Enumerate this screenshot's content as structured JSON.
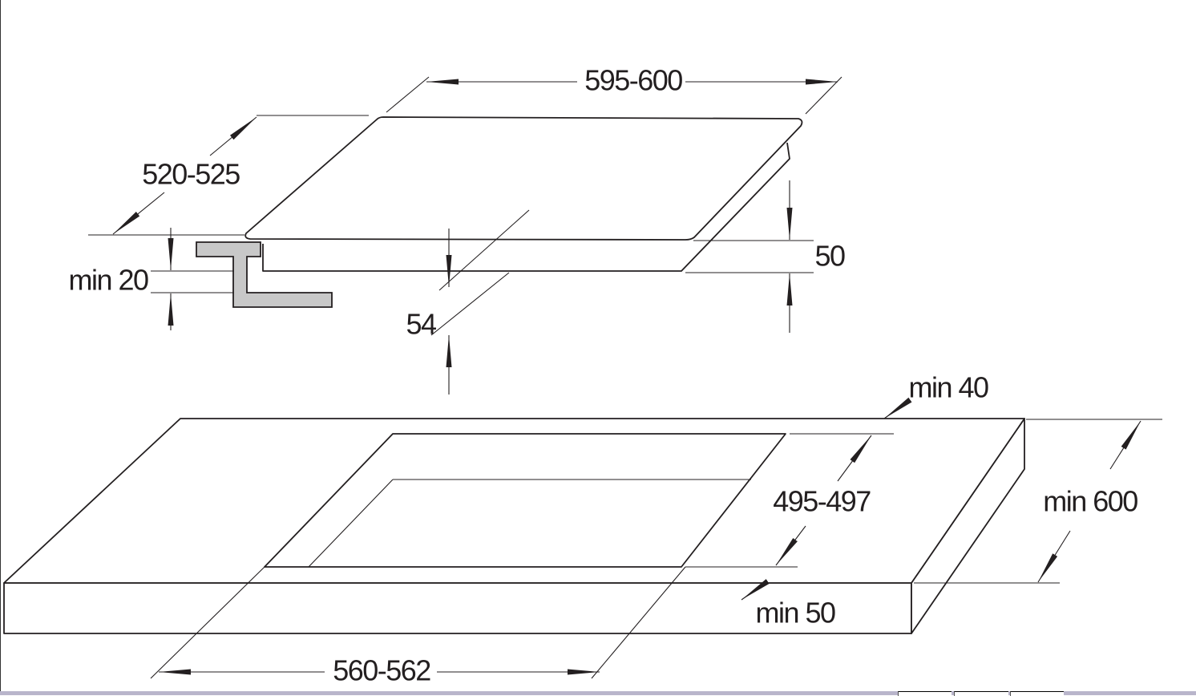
{
  "title": "Built-in hob installation dimensions",
  "dimensions": {
    "hob_width": "595-600",
    "hob_depth": "520-525",
    "hob_height": "50",
    "min_clearance_below": "min 20",
    "min_depth_below": "54",
    "cutout_width": "560-562",
    "cutout_depth": "495-497",
    "min_back_distance": "min 40",
    "min_front_distance": "min 50",
    "min_worktop_depth": "min 600"
  },
  "colors": {
    "line": "#231f20",
    "bracket_fill": "#c8c8c8",
    "taskbar": "#b9b5cb"
  }
}
